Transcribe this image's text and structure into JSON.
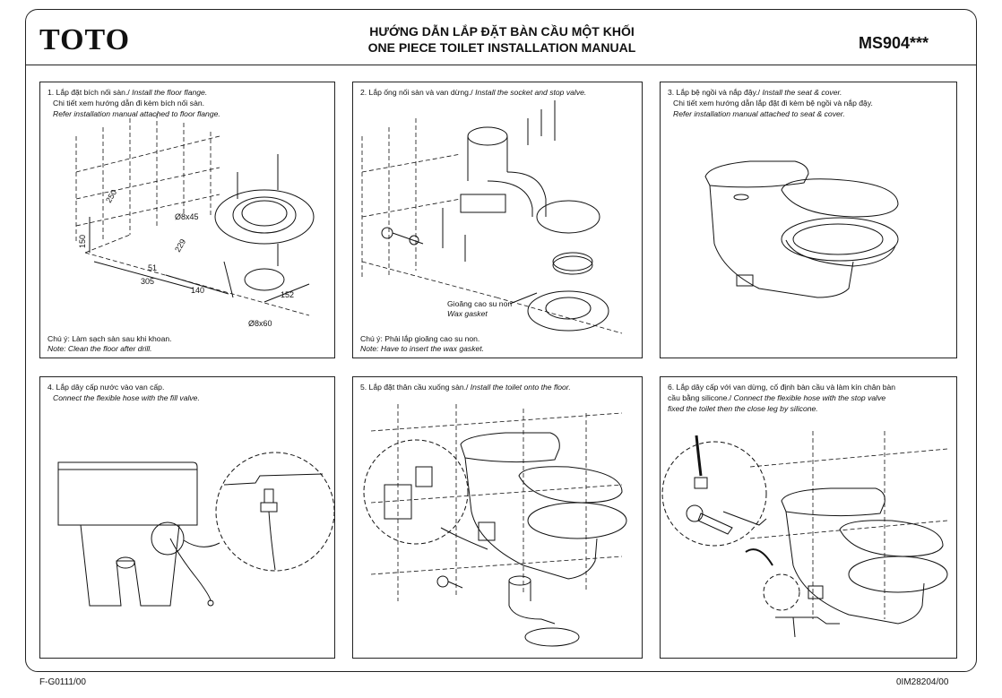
{
  "header": {
    "brand": "TOTO",
    "title_vi": "HƯỚNG DẪN LẮP ĐẶT BÀN CẦU MỘT KHỐI",
    "title_en": "ONE PIECE TOILET INSTALLATION MANUAL",
    "model": "MS904***"
  },
  "steps": [
    {
      "line1_vi": "1. Lắp đặt bích nối sàn./",
      "line1_en": "Install the floor flange.",
      "line2": "Chi tiết xem hướng dẫn đi kèm bích nối sàn.",
      "line3": "Refer installation manual attached to floor flange.",
      "note_vi": "Chú ý: Làm sạch sàn sau khi khoan.",
      "note_en": "Note: Clean the floor after drill.",
      "dims": [
        "250",
        "150",
        "229",
        "51",
        "305",
        "140",
        "152",
        "Ø8x45",
        "Ø8x60"
      ]
    },
    {
      "line1_vi": "2. Lắp ống nối sàn và van dừng./",
      "line1_en": "Install the socket and stop valve.",
      "label_vi": "Gioăng cao su non",
      "label_en": "Wax gasket",
      "note_vi": "Chú ý: Phải lắp gioăng cao su non.",
      "note_en": "Note: Have to insert the wax gasket."
    },
    {
      "line1_vi": "3. Lắp bệ ngồi và nắp đậy./",
      "line1_en": "Install the seat & cover.",
      "line2": "Chi tiết xem hướng dẫn lắp đặt đi kèm bệ ngồi và nắp đậy.",
      "line3": "Refer installation manual attached to seat & cover."
    },
    {
      "line1_vi": "4. Lắp dây cấp nước vào van cấp.",
      "line2": "Connect the flexible hose with the fill valve."
    },
    {
      "line1_vi": "5. Lắp đặt thân cầu xuống sàn./",
      "line1_en": "Install the toilet onto the floor."
    },
    {
      "line1_vi": "6. Lắp dây cấp với van dừng, cố định bàn cầu và làm kín chân bàn",
      "line2_vi": "cầu bằng silicone./",
      "line2_en": "Connect the flexible hose with the stop valve",
      "line3": "fixed the toilet then the close leg by silicone."
    }
  ],
  "footer": {
    "left": "F-G0111/00",
    "right": "0IM28204/00"
  }
}
